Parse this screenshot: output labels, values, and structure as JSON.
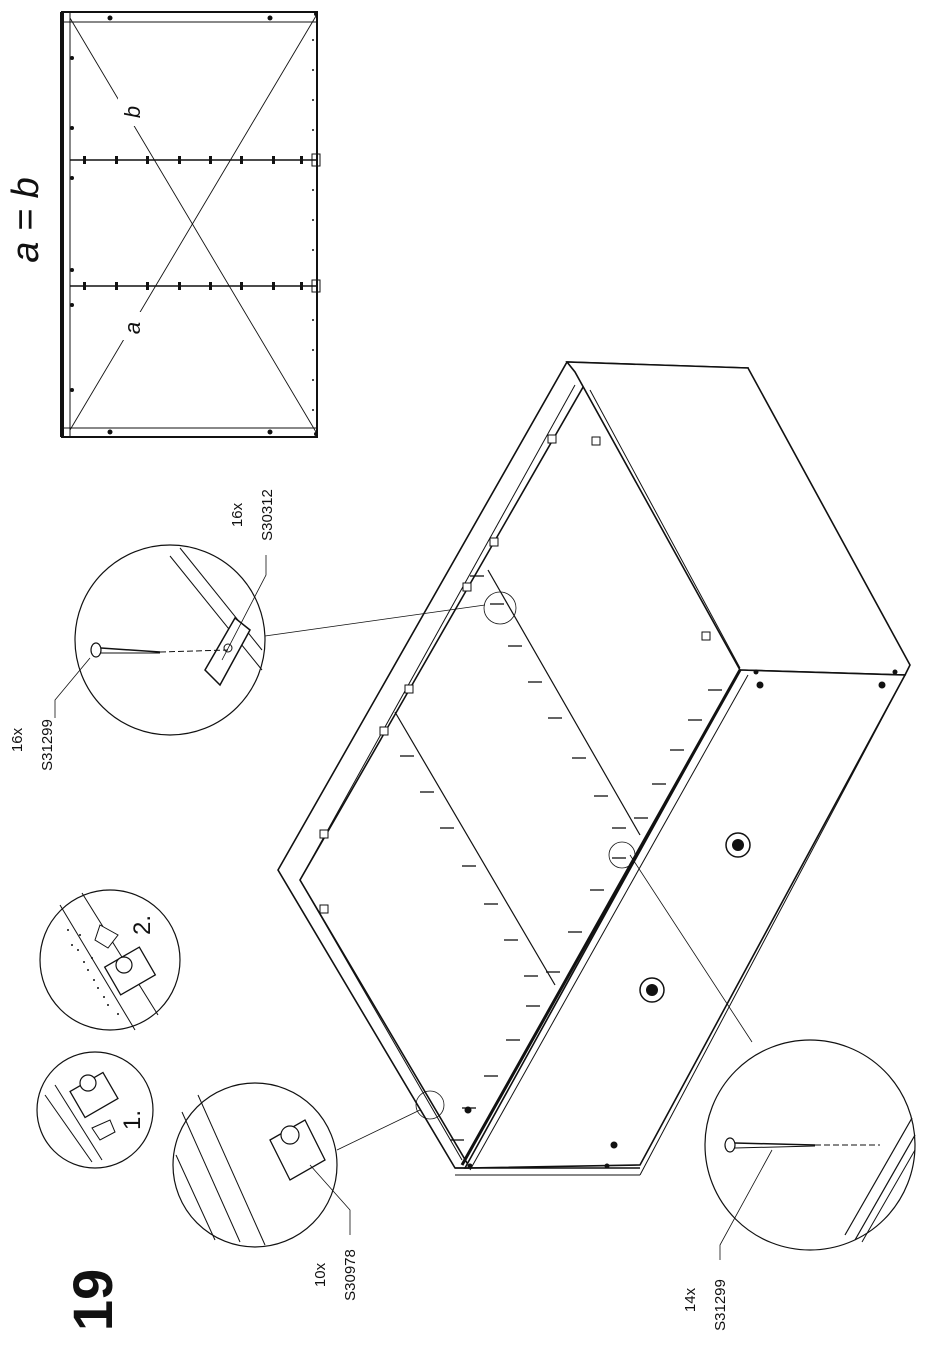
{
  "step_number": "19",
  "diagonal_check": {
    "equation": "a = b",
    "label_a": "a",
    "label_b": "b"
  },
  "parts": [
    {
      "id": "nail-top",
      "quantity": "16x",
      "code": "S31299"
    },
    {
      "id": "bracket",
      "quantity": "16x",
      "code": "S30312"
    },
    {
      "id": "cam-block",
      "quantity": "10x",
      "code": "S30978"
    },
    {
      "id": "nail-bottom",
      "quantity": "14x",
      "code": "S31299"
    }
  ],
  "sub_steps": {
    "first": "1.",
    "second": "2."
  }
}
